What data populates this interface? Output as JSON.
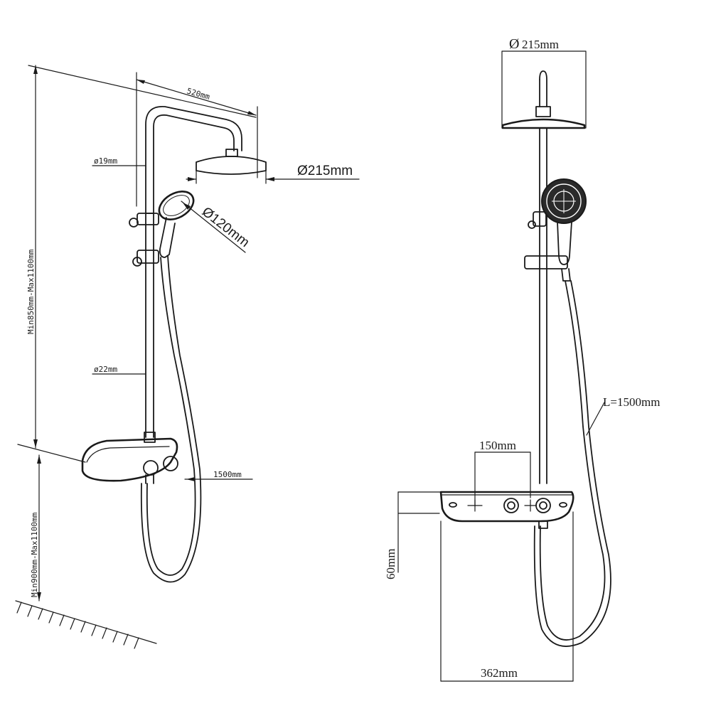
{
  "side_view": {
    "width_arm": "520mm",
    "pipe_upper_diameter": "ø19mm",
    "pipe_lower_diameter": "ø22mm",
    "overhead_diameter": "Ø215mm",
    "handheld_diameter": "Ø120mm",
    "hose_length": "1500mm",
    "upper_height_range": "Min850mm-Max1100mm",
    "lower_height_range": "Min900mm-Max1100mm"
  },
  "front_view": {
    "overhead_diameter": "215mm",
    "overhead_diameter_symbol": "Ø",
    "hose_length": "L=1500mm",
    "inlet_spacing": "150mm",
    "shelf_depth": "60mm",
    "shelf_width": "362mm"
  }
}
